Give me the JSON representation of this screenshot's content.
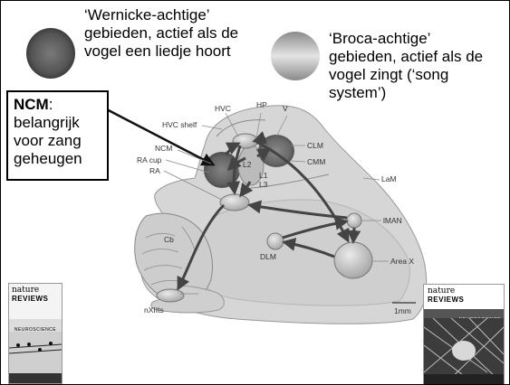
{
  "legend": {
    "wernicke_text": "‘Wernicke-achtige’\ngebieden, actief als de\nvogel een liedje hoort",
    "broca_text": "‘Broca-achtige’\ngebieden, actief als de\nvogel zingt (‘song\nsystem’)"
  },
  "ncm_box": {
    "title": "NCM",
    "colon": ":",
    "description": "belangrijk\nvoor zang\ngeheugen"
  },
  "diagram_labels": {
    "hvc": "HVC",
    "hp": "HP",
    "v": "V",
    "hvc_shelf": "HVC shelf",
    "ncm": "NCM",
    "ra_cup": "RA cup",
    "ra": "RA",
    "clm": "CLM",
    "cmm": "CMM",
    "l1": "L1",
    "l2": "L2",
    "l3": "L3",
    "lam": "LaM",
    "cb": "Cb",
    "lman": "lMAN",
    "dlm": "DLM",
    "area_x": "Area X",
    "nxllts": "nXIIts",
    "scale": "1mm"
  },
  "covers": {
    "left": {
      "brand": "nature",
      "sub": "REVIEWS",
      "section": "NEUROSCIENCE"
    },
    "right": {
      "brand": "nature",
      "sub": "REVIEWS",
      "section": "NEUROSCIENCE"
    }
  },
  "colors": {
    "region_fill": "#c9c9c9",
    "brain_fill": "#d6d6d6",
    "arrow": "#444444",
    "box_border": "#000000"
  }
}
